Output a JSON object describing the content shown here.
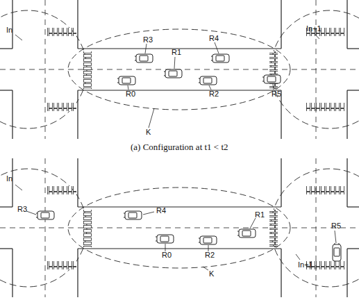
{
  "diagram": {
    "caption": "(a) Configuration at t1 < t2",
    "labels": [
      "In",
      "R3",
      "R4",
      "In+1",
      "R1",
      "R0",
      "R2",
      "R5",
      "K",
      "In",
      "R3",
      "R4",
      "R1",
      "R5",
      "R0",
      "R2",
      "K",
      "In+1"
    ]
  }
}
